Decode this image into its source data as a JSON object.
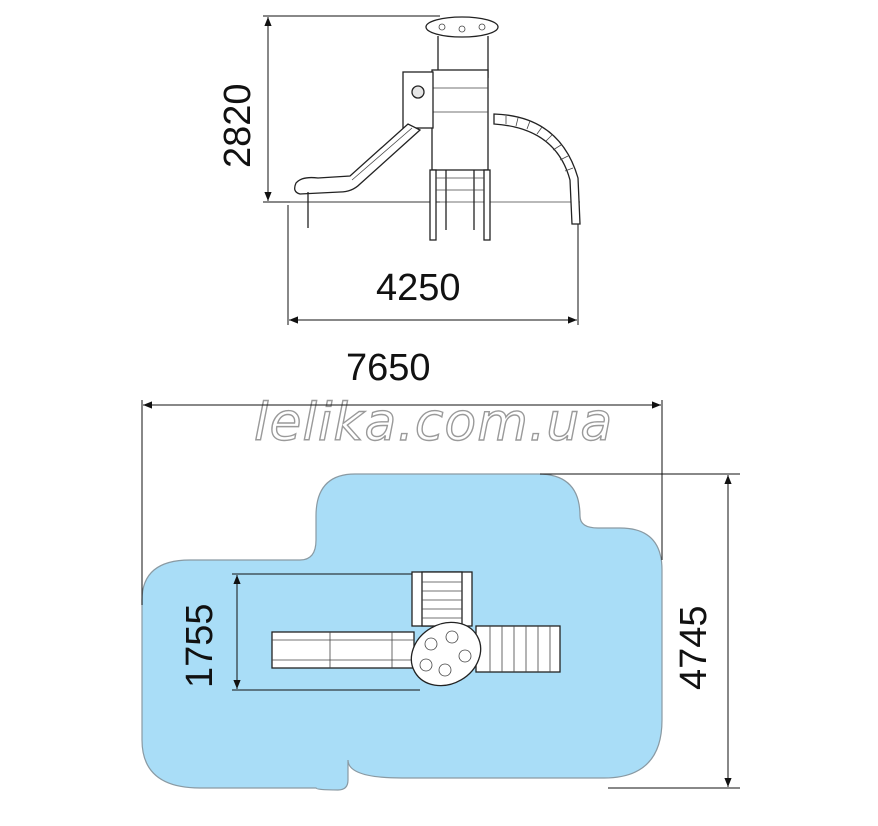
{
  "colors": {
    "safety_zone_fill": "#a9ddf7",
    "safety_zone_stroke": "#8a9aa3",
    "line": "#111111"
  },
  "dimensions": {
    "side_height": "2820",
    "side_width": "4250",
    "plan_width": "7650",
    "plan_depth": "4745",
    "equipment_depth": "1755"
  },
  "watermark": "lelika.com.ua"
}
